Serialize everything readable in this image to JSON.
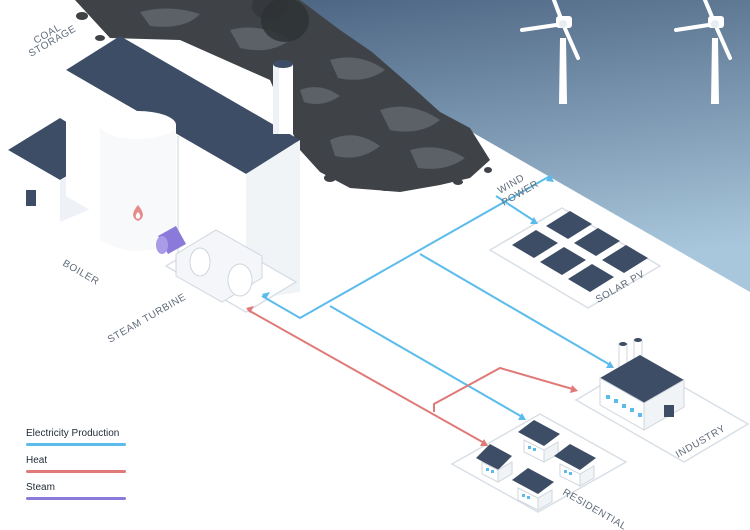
{
  "labels": {
    "coal_storage": [
      "COAL",
      "STORAGE"
    ],
    "boiler": "BOILER",
    "steam_turbine": "STEAM TURBINE",
    "wind_power": [
      "WIND",
      "POWER"
    ],
    "solar_pv": "SOLAR PV",
    "industry": "INDUSTRY",
    "residential": "RESIDENTIAL"
  },
  "legend": [
    {
      "label": "Electricity Production",
      "color": "#5bbcec"
    },
    {
      "label": "Heat",
      "color": "#e07a78"
    },
    {
      "label": "Steam",
      "color": "#8b7ad9"
    }
  ],
  "colors": {
    "roof": "#3d4d66",
    "sea_top": "#4d6684",
    "sea_bottom": "#a9c7dc",
    "coal": "#3f4347",
    "electricity": "#5bbcec",
    "heat": "#e07a78",
    "steam": "#8b7ad9",
    "flame": "#e58b8b"
  }
}
